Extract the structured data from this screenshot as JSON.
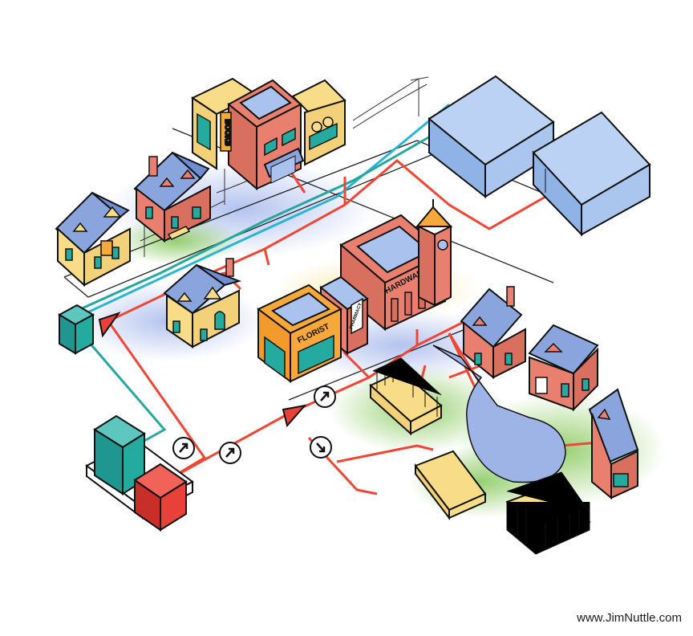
{
  "illustration": {
    "credit": "www.JimNuttle.com",
    "signs": {
      "books": "BOOKS",
      "hardware": "HARDWARE",
      "florist": "FLORIST",
      "pharmacy": "PHARMACY"
    }
  },
  "palette": {
    "outline": "#111111",
    "red_line": "#ef4636",
    "teal_line": "#27a7a0",
    "cyan_line": "#34b9d8",
    "house_yellow": "#f8dc88",
    "brick_red": "#e9806f",
    "roof_blue": "#8aa4dd",
    "glass_blue": "#a9c3ee",
    "teal_box": "#25aaa0",
    "red_box": "#e8413a",
    "lawn_green": "#9fd07a",
    "orange_shop": "#f6a93a",
    "paving_blue": "#9fb4e6"
  },
  "icons": {
    "direction_markers": "arrow-in-circle-icon",
    "flow_markers": "triangle-flow-icon"
  }
}
